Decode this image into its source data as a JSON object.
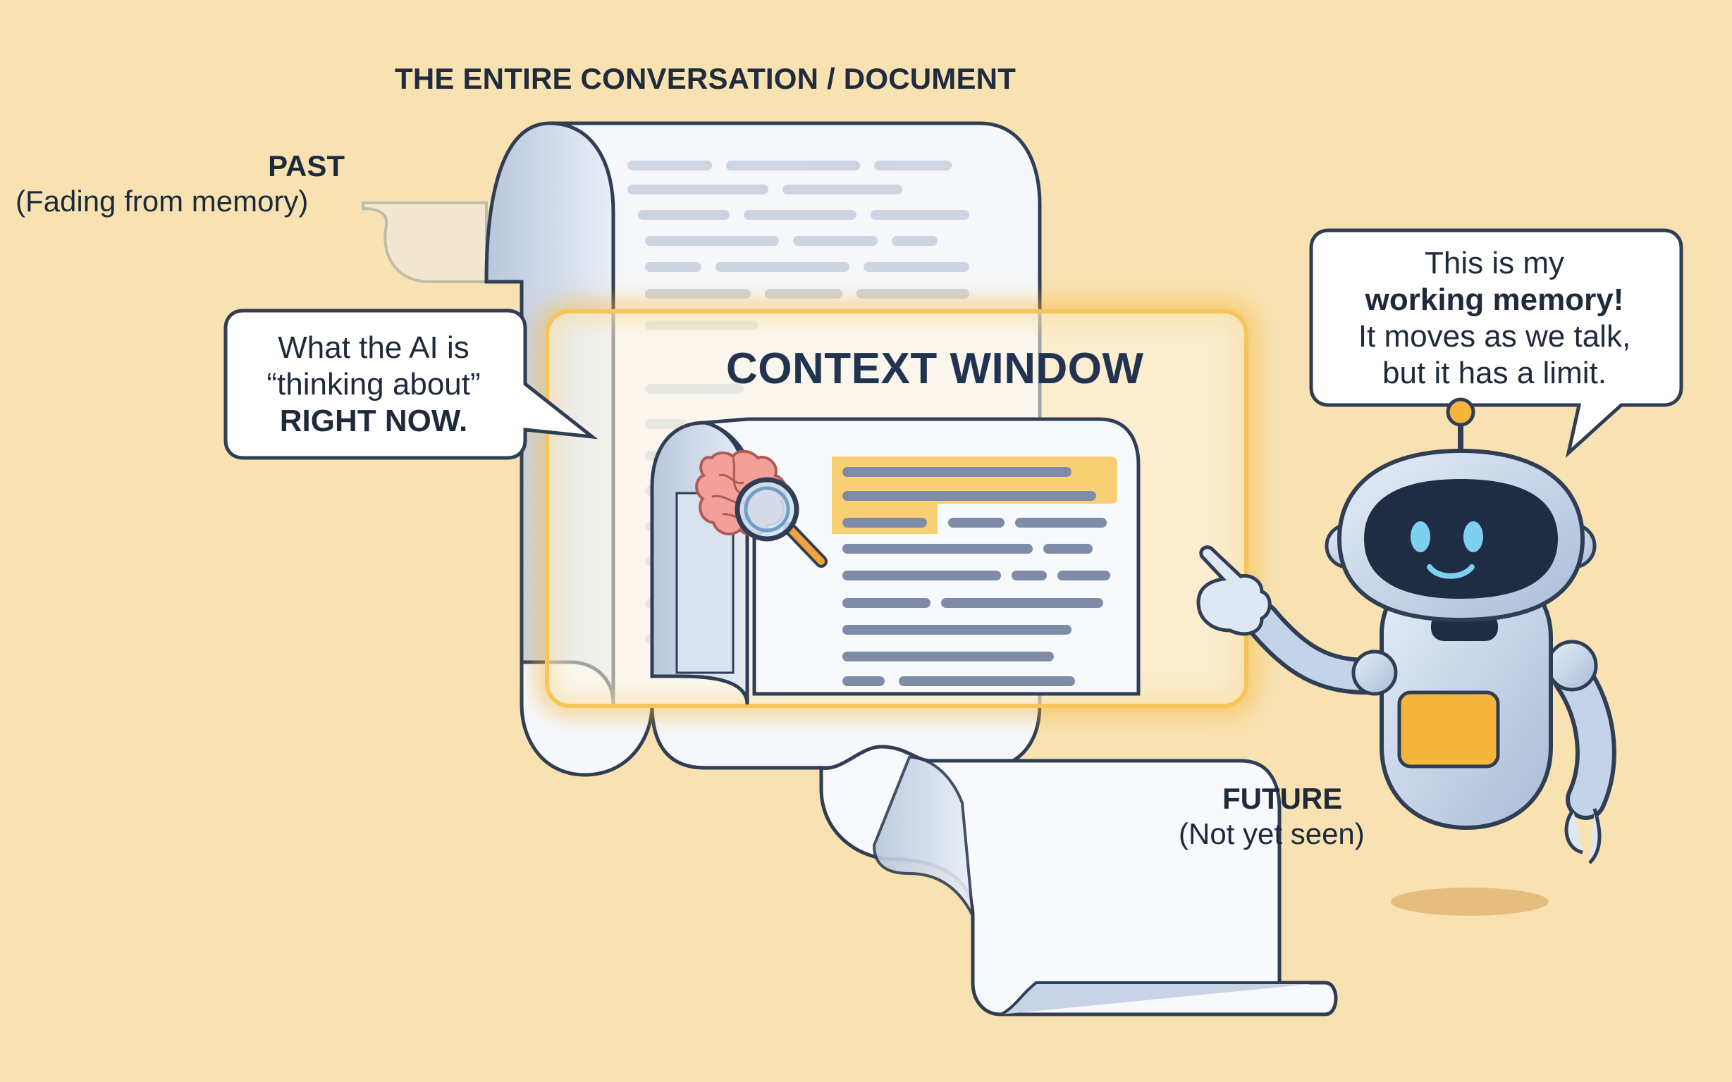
{
  "diagram": {
    "title": "THE ENTIRE CONVERSATION / DOCUMENT",
    "past": {
      "label": "PAST",
      "caption": "(Fading from memory)"
    },
    "future": {
      "label": "FUTURE",
      "caption": "(Not yet seen)"
    },
    "context_window": {
      "label": "CONTEXT WINDOW"
    },
    "left_bubble": {
      "line1": "What the AI is",
      "line2": "“thinking about”",
      "line3": "RIGHT NOW."
    },
    "robot_bubble": {
      "line1": "This is my",
      "line2": "working memory!",
      "line3": "It moves as we talk,",
      "line4": "but it has a limit."
    },
    "icons": [
      "brain-icon",
      "magnifier-icon",
      "robot-icon",
      "document-scroll-icon"
    ],
    "colors": {
      "background": "#f8e2b1",
      "paper": "#f7f9fc",
      "outline": "#2f3d55",
      "text_line": "#8e9bb3",
      "highlight": "#f6c85f",
      "glow": "#f5b73b",
      "robot_body": "#c7d6ea",
      "robot_face": "#1f2d44",
      "robot_chest": "#f6b53d"
    }
  }
}
